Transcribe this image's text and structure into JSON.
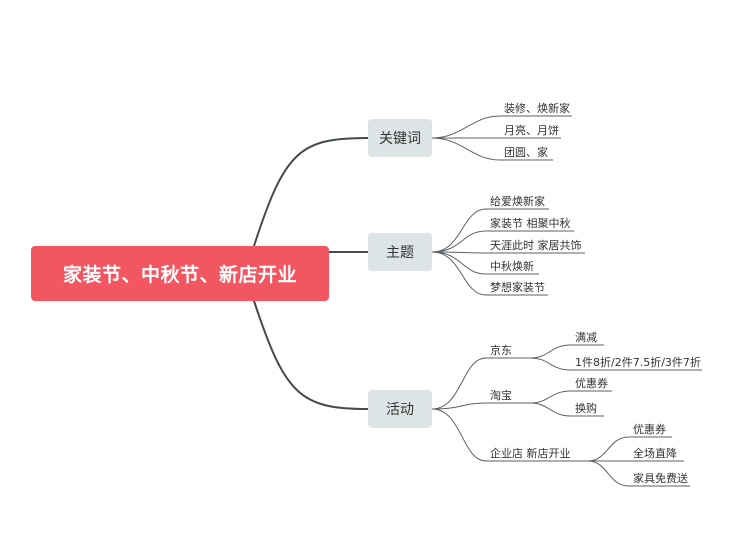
{
  "root": "家装节、中秋节、新店开业",
  "branches": [
    {
      "label": "关键词",
      "items": [
        "装修、焕新家",
        "月亮、月饼",
        "团圆、家"
      ]
    },
    {
      "label": "主题",
      "items": [
        "给爱焕新家",
        "家装节 相聚中秋",
        "天涯此时 家居共饰",
        "中秋焕新",
        "梦想家装节"
      ]
    },
    {
      "label": "活动",
      "groups": [
        {
          "label": "京东",
          "items": [
            "满减",
            "1件8折/2件7.5折/3件7折"
          ]
        },
        {
          "label": "淘宝",
          "items": [
            "优惠券",
            "换购"
          ]
        },
        {
          "label": "企业店 新店开业",
          "items": [
            "优惠券",
            "全场直降",
            "家具免费送"
          ]
        }
      ]
    }
  ]
}
